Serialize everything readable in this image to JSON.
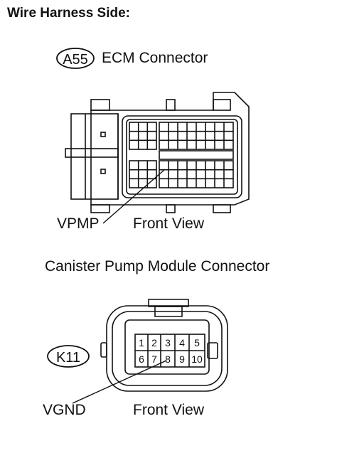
{
  "title": "Wire Harness Side:",
  "ecm": {
    "code": "A55",
    "name": "ECM Connector",
    "view": "Front View",
    "pin_label": "VPMP"
  },
  "pump": {
    "code": "K11",
    "name": "Canister Pump Module Connector",
    "view": "Front View",
    "pin_label": "VGND",
    "pins_top": [
      "1",
      "2",
      "3",
      "4",
      "5"
    ],
    "pins_bottom": [
      "6",
      "7",
      "8",
      "9",
      "10"
    ]
  }
}
